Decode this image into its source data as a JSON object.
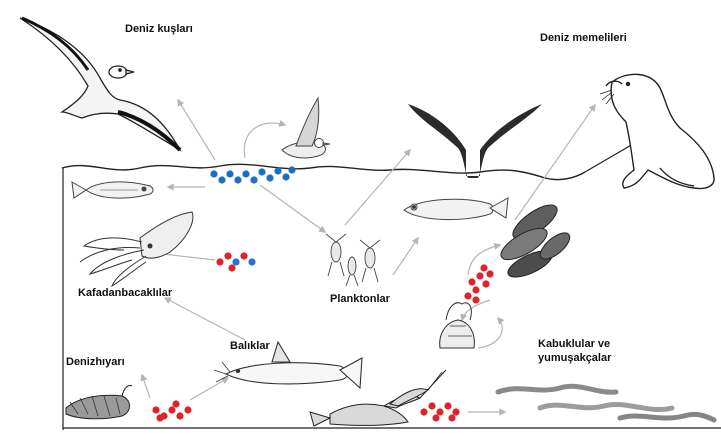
{
  "labels": {
    "sea_birds": "Deniz kuşları",
    "marine_mammals": "Deniz memelileri",
    "cephalopods": "Kafadanbacaklılar",
    "plankton": "Planktonlar",
    "fish": "Balıklar",
    "sea_cucumber": "Denizhıyarı",
    "crustaceans_molluscs": "Kabuklular ve yumuşakçalar"
  },
  "colors": {
    "surface_particles": "#1e6fc1",
    "ingested_particles": "#e0232b",
    "blue_dot_accent": "#2a73c8",
    "arrow": "#b5b5b5",
    "outline": "#222222",
    "whale_tail": "#2b2b2b"
  },
  "icons": {
    "albatross": "seabird-icon",
    "gull": "gull-icon",
    "whale_tail": "whale-tail-icon",
    "sea_lion": "sea-lion-icon",
    "small_fish": "small-fish-icon",
    "squid": "squid-icon",
    "plankton": "plankton-icon",
    "catfish": "catfish-icon",
    "sea_cucumber": "sea-cucumber-icon",
    "lobster": "lobster-icon",
    "mussels": "mussel-icon",
    "barnacle": "barnacle-icon",
    "worms": "worm-icon"
  }
}
